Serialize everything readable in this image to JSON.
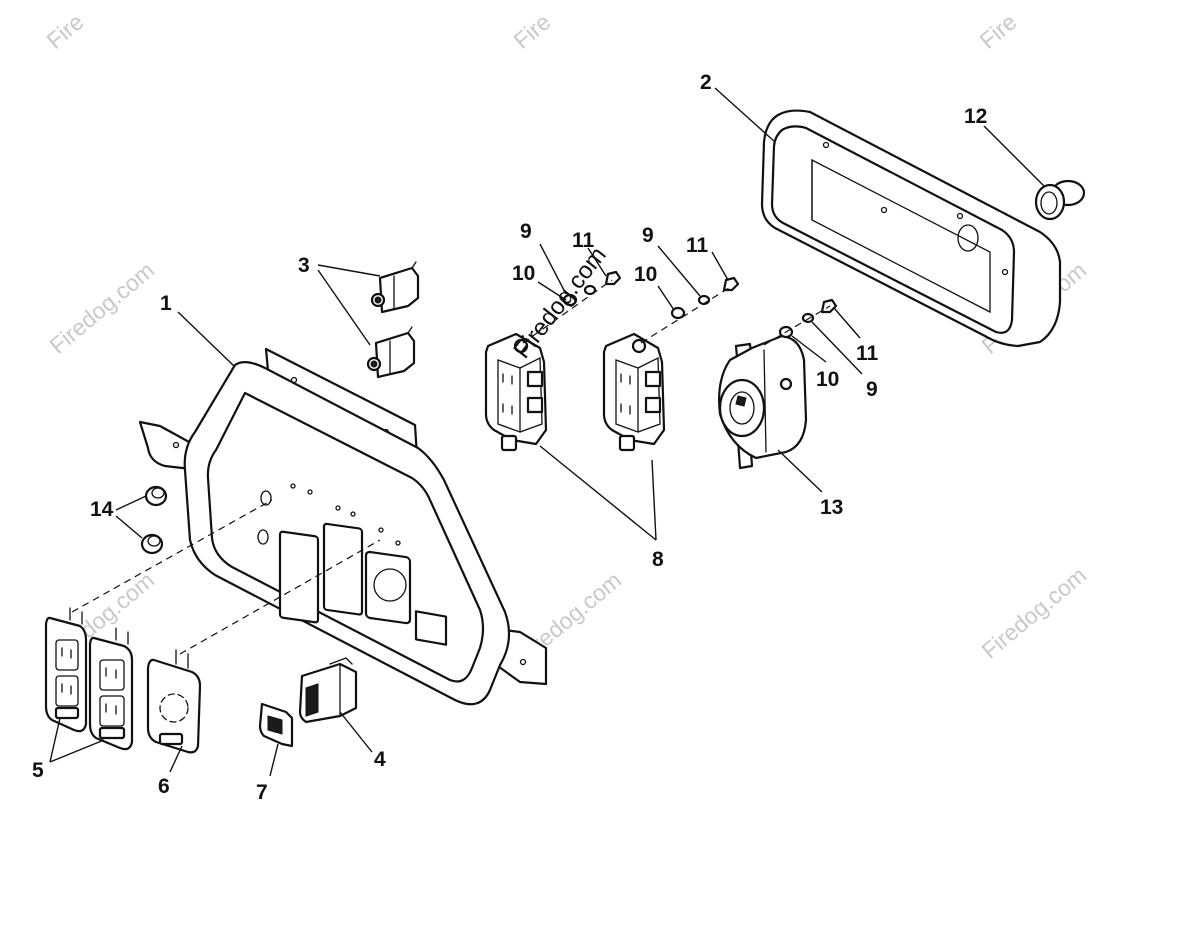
{
  "watermark": {
    "text": "Firedog.com",
    "fragment": "Fire",
    "overlay_text": "Firedog.com",
    "color": "#c9c9c9"
  },
  "callouts": {
    "c1": "1",
    "c2": "2",
    "c3": "3",
    "c4": "4",
    "c5": "5",
    "c6": "6",
    "c7": "7",
    "c8": "8",
    "c9a": "9",
    "c9b": "9",
    "c9c": "9",
    "c10a": "10",
    "c10b": "10",
    "c10c": "10",
    "c11a": "11",
    "c11b": "11",
    "c11c": "11",
    "c12": "12",
    "c13": "13",
    "c14": "14"
  },
  "colors": {
    "line": "#111111",
    "background": "#ffffff"
  }
}
